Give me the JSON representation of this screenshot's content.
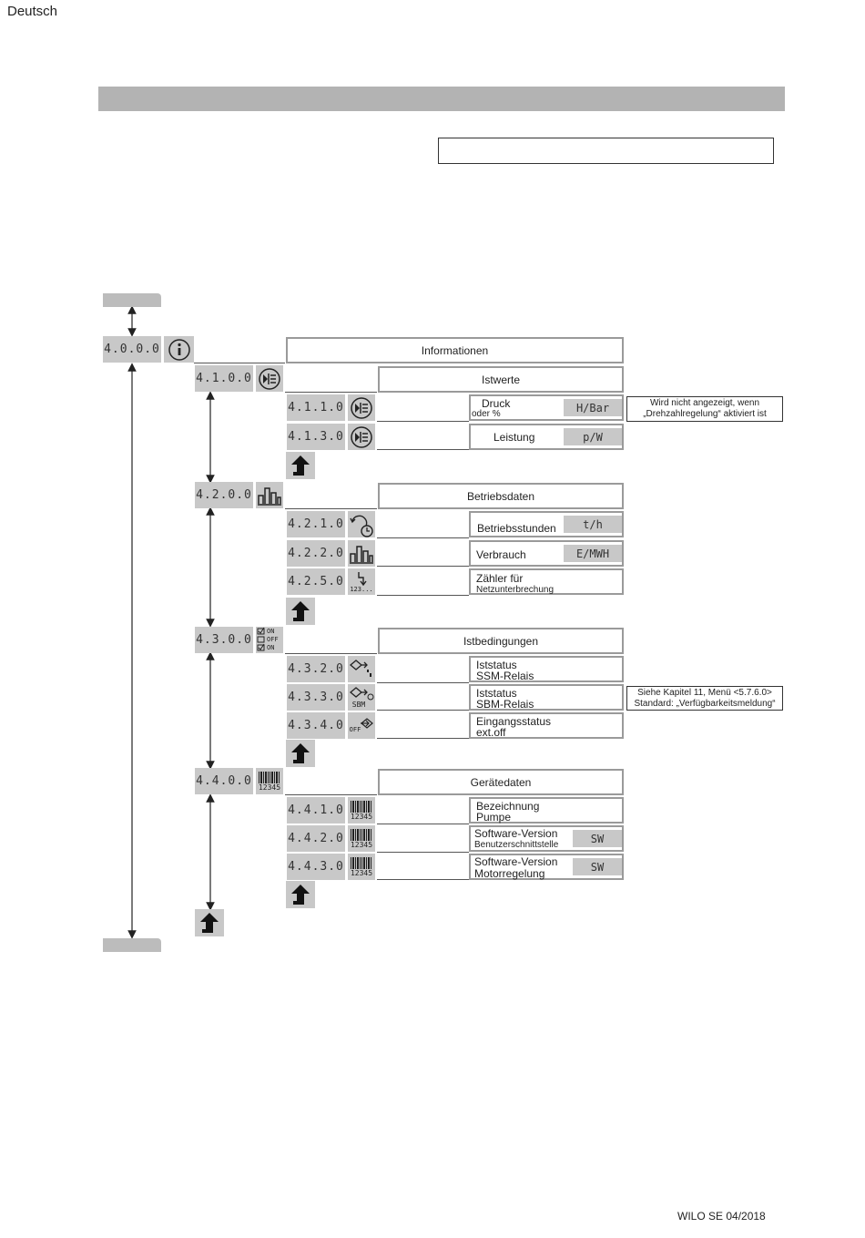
{
  "header": {
    "language": "Deutsch"
  },
  "menu": {
    "main": {
      "code": "4.0.0.0",
      "icon": "info-icon",
      "title": "Informationen"
    },
    "istwerte": {
      "code": "4.1.0.0",
      "icon": "actual-values-icon",
      "title": "Istwerte",
      "druck": {
        "code": "4.1.1.0",
        "label": "Druck",
        "sub": "oder %",
        "unit": "H/Bar"
      },
      "leistung": {
        "code": "4.1.3.0",
        "label": "Leistung",
        "unit": "p/W"
      },
      "note": [
        "Wird nicht angezeigt, wenn",
        "„Drehzahlregelung“ aktiviert ist"
      ]
    },
    "betriebsdaten": {
      "code": "4.2.0.0",
      "icon": "bar-graph-icon",
      "title": "Betriebsdaten",
      "stunden": {
        "code": "4.2.1.0",
        "label": "Betriebsstunden",
        "unit": "t/h"
      },
      "verbrauch": {
        "code": "4.2.2.0",
        "label": "Verbrauch",
        "unit": "E/MWH"
      },
      "zaehler": {
        "code": "4.2.5.0",
        "label": "Zähler für",
        "sub": "Netzunterbrechung",
        "icon_text": "123..."
      }
    },
    "istbedingungen": {
      "code": "4.3.0.0",
      "icon": "status-checklist-icon",
      "title": "Istbedingungen",
      "icon_lines": [
        "ON",
        "OFF",
        "ON"
      ],
      "ssm": {
        "code": "4.3.2.0",
        "label": "Iststatus",
        "sub": "SSM-Relais"
      },
      "sbm": {
        "code": "4.3.3.0",
        "label": "Iststatus",
        "sub": "SBM-Relais",
        "icon_text": "SBM"
      },
      "extoff": {
        "code": "4.3.4.0",
        "label": "Eingangsstatus",
        "sub": "ext.off",
        "icon_text": "OFF"
      },
      "note": [
        "Siehe Kapitel 11, Menü <5.7.6.0>",
        "Standard: „Verfügbarkeitsmeldung“"
      ]
    },
    "geraetedaten": {
      "code": "4.4.0.0",
      "icon": "barcode-icon",
      "title": "Gerätedaten",
      "icon_text": "12345",
      "pumpe": {
        "code": "4.4.1.0",
        "label": "Bezeichnung",
        "sub": "Pumpe"
      },
      "sw_ui": {
        "code": "4.4.2.0",
        "label": "Software-Version",
        "sub": "Benutzerschnittstelle",
        "unit": "SW"
      },
      "sw_motor": {
        "code": "4.4.3.0",
        "label": "Software-Version",
        "sub": "Motorregelung",
        "unit": "SW"
      }
    }
  },
  "footer": {
    "text": "WILO SE 04/2018"
  }
}
